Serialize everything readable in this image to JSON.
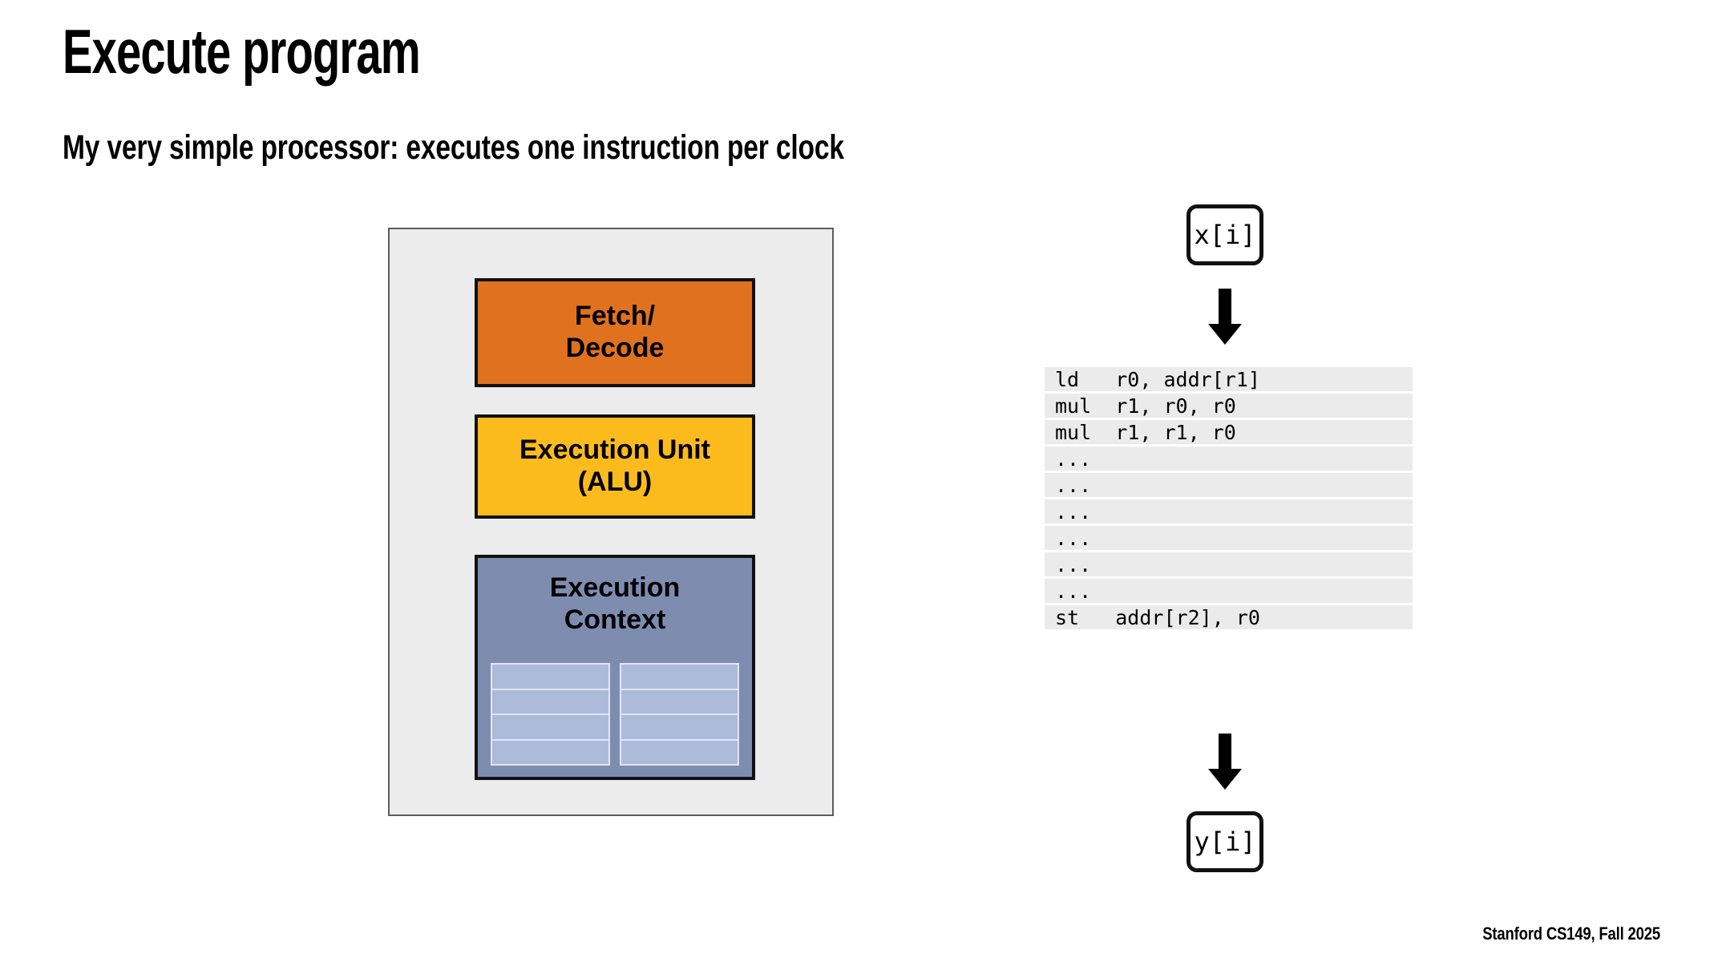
{
  "slide": {
    "title": "Execute program",
    "subtitle": "My very simple processor: executes one instruction per clock",
    "footer": "Stanford CS149, Fall 2025"
  },
  "processor": {
    "blocks": [
      {
        "name": "fetch-decode",
        "line1": "Fetch/",
        "line2": "Decode",
        "color": "#e0711f"
      },
      {
        "name": "execution-unit",
        "line1": "Execution Unit",
        "line2": "(ALU)",
        "color": "#fcbb1d"
      },
      {
        "name": "execution-context",
        "line1": "Execution",
        "line2": "Context",
        "color": "#7e8cb0"
      }
    ],
    "register_file": {
      "columns": 2,
      "rows_per_column": 4,
      "cell_color": "#adbbdb",
      "outline_color": "#dfe6f5"
    },
    "container_color": "#ececec",
    "container_border_color": "#5d5d5d"
  },
  "dataflow": {
    "input_box_label": "x[i]",
    "output_box_label": "y[i]",
    "arrow_top_icon": "arrow-down-icon",
    "arrow_bottom_icon": "arrow-down-icon",
    "program": [
      "ld   r0, addr[r1]",
      "mul  r1, r0, r0",
      "mul  r1, r1, r0",
      "...",
      "...",
      "...",
      "...",
      "...",
      "...",
      "st   addr[r2], r0"
    ],
    "row_background": "#ebebeb"
  }
}
